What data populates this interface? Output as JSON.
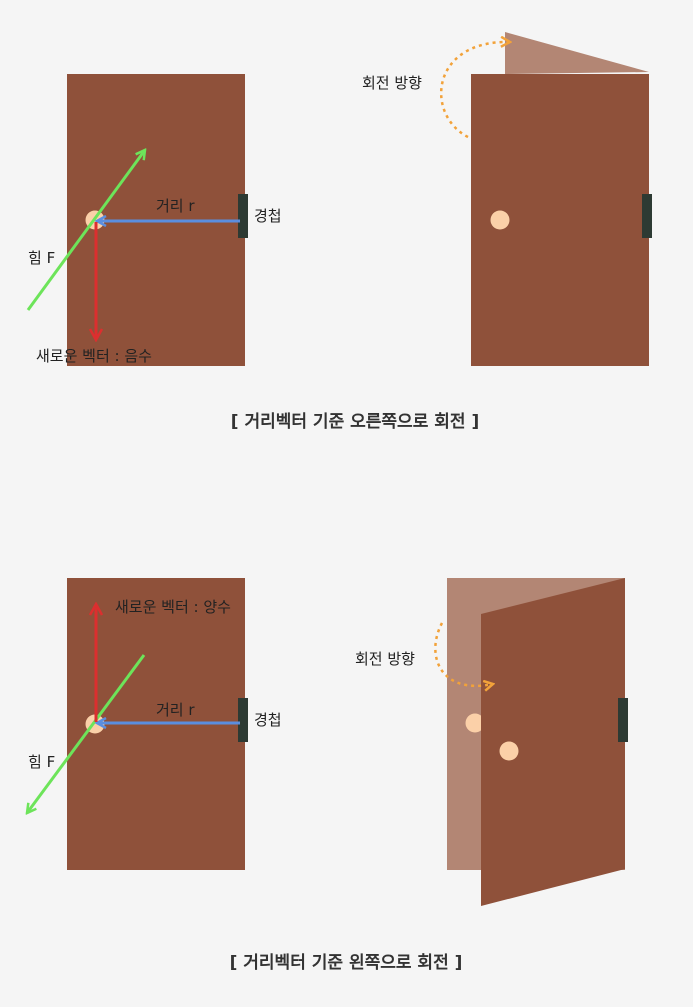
{
  "top": {
    "label_force": "힘 F",
    "label_distance": "거리 r",
    "label_hinge": "경첩",
    "label_new_vector": "새로운 벡터 : 음수",
    "label_rotation": "회전 방향",
    "caption": "[ 거리벡터 기준 오른쪽으로 회전 ]"
  },
  "bottom": {
    "label_force": "힘 F",
    "label_distance": "거리 r",
    "label_hinge": "경첩",
    "label_new_vector": "새로운 벡터 : 양수",
    "label_rotation": "회전 방향",
    "caption": "[ 거리벡터 기준 왼쪽으로 회전 ]"
  },
  "colors": {
    "background": "#f5f5f5",
    "door": "#8f513a",
    "door_ghost": "#b38674",
    "hinge": "#2d3a33",
    "knob": "#fbd0a8",
    "force_vector": "#6de45a",
    "distance_vector": "#5a8ee0",
    "new_vector": "#dc2f2f",
    "rotation_arrow": "#f2a23a"
  }
}
